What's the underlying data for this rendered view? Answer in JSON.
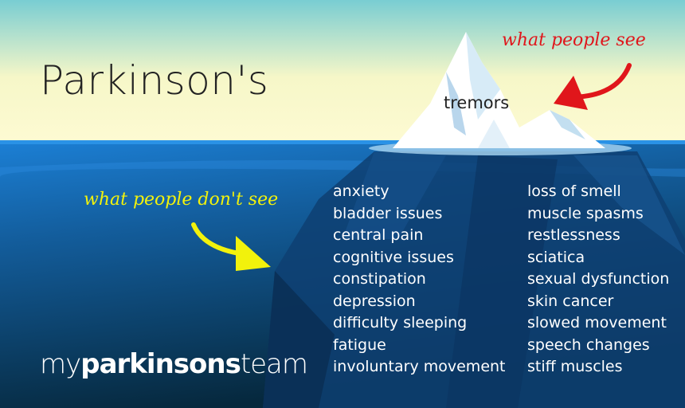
{
  "title": "Parkinson's",
  "tip_label": "tremors",
  "visible_caption": "what people see",
  "hidden_caption": "what people don't see",
  "hidden_symptoms_col1": [
    "anxiety",
    "bladder issues",
    "central pain",
    "cognitive issues",
    "constipation",
    "depression",
    "difficulty sleeping",
    "fatigue",
    "involuntary movement"
  ],
  "hidden_symptoms_col2": [
    "loss of smell",
    "muscle spasms",
    "restlessness",
    "sciatica",
    "sexual dysfunction",
    "skin cancer",
    "slowed movement",
    "speech changes",
    "stiff muscles"
  ],
  "logo": {
    "prefix": "my",
    "main": "parkinsons",
    "suffix": "team"
  },
  "colors": {
    "visible_arrow": "#e0161b",
    "hidden_arrow": "#f2f20c"
  }
}
